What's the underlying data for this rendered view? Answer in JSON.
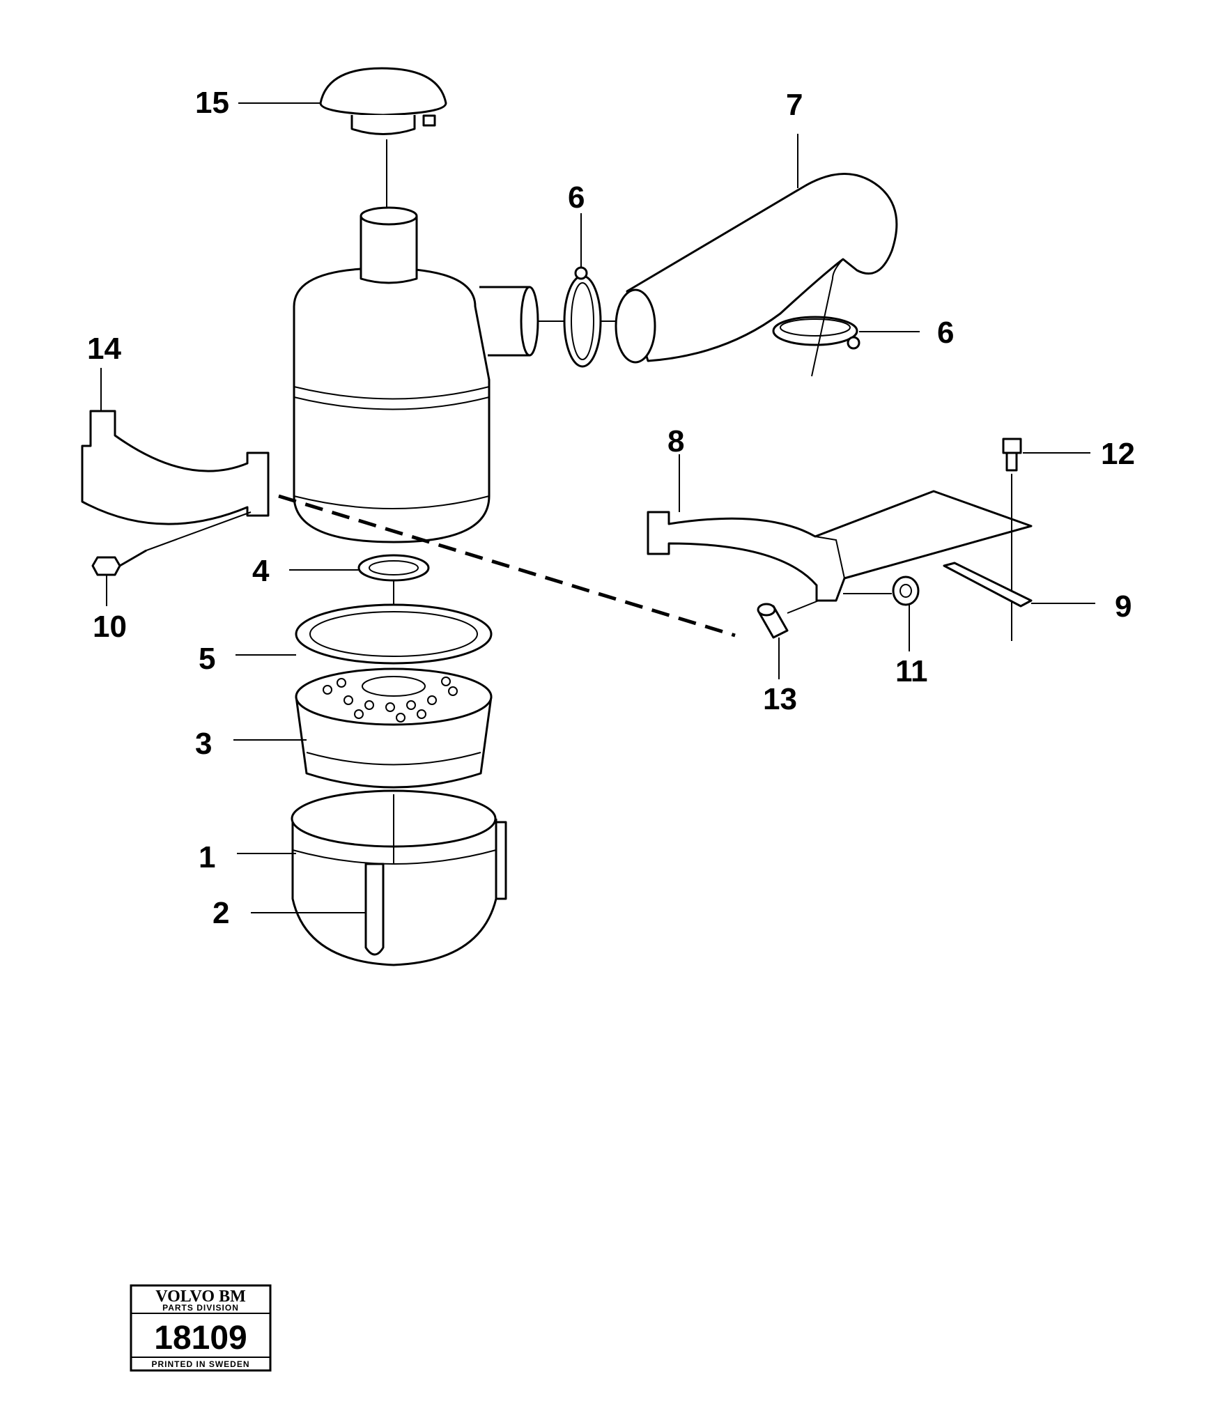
{
  "callouts": [
    {
      "num": "1"
    },
    {
      "num": "2"
    },
    {
      "num": "3"
    },
    {
      "num": "4"
    },
    {
      "num": "5"
    },
    {
      "num": "6"
    },
    {
      "num": "6"
    },
    {
      "num": "7"
    },
    {
      "num": "8"
    },
    {
      "num": "9"
    },
    {
      "num": "10"
    },
    {
      "num": "11"
    },
    {
      "num": "12"
    },
    {
      "num": "13"
    },
    {
      "num": "14"
    },
    {
      "num": "15"
    }
  ],
  "stamp": {
    "brand": "VOLVO BM",
    "division": "PARTS DIVISION",
    "number": "18109",
    "footer": "PRINTED IN SWEDEN"
  },
  "colors": {
    "ink": "#000000",
    "paper": "#ffffff"
  }
}
